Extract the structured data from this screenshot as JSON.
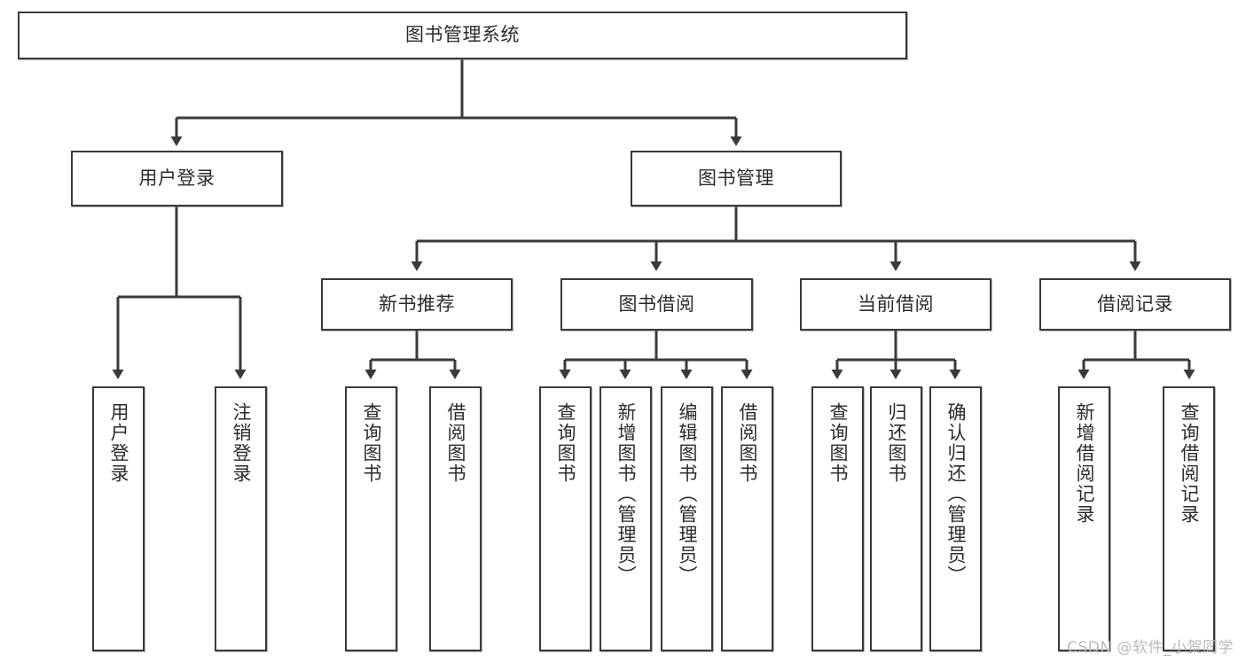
{
  "diagram": {
    "title": "图书管理系统",
    "watermark": "CSDN @软件_小贺同学",
    "colors": {
      "box_border": "#3a3a3a",
      "box_fill": "#ffffff",
      "line": "#3a3a3a",
      "text": "#2b2b2b",
      "watermark": "#b9b9b9"
    },
    "root": {
      "label": "图书管理系统"
    },
    "level1": [
      {
        "label": "用户登录"
      },
      {
        "label": "图书管理"
      }
    ],
    "level2": [
      {
        "label": "新书推荐"
      },
      {
        "label": "图书借阅"
      },
      {
        "label": "当前借阅"
      },
      {
        "label": "借阅记录"
      }
    ],
    "leaves": {
      "user_login": [
        {
          "label": "用户登录"
        },
        {
          "label": "注销登录"
        }
      ],
      "new_book_recommend": [
        {
          "label": "查询图书"
        },
        {
          "label": "借阅图书"
        }
      ],
      "book_borrow": [
        {
          "label": "查询图书"
        },
        {
          "label": "新增图书（管理员）"
        },
        {
          "label": "编辑图书（管理员）"
        },
        {
          "label": "借阅图书"
        }
      ],
      "current_borrow": [
        {
          "label": "查询图书"
        },
        {
          "label": "归还图书"
        },
        {
          "label": "确认归还（管理员）"
        }
      ],
      "borrow_record": [
        {
          "label": "新增借阅记录"
        },
        {
          "label": "查询借阅记录"
        }
      ]
    }
  }
}
